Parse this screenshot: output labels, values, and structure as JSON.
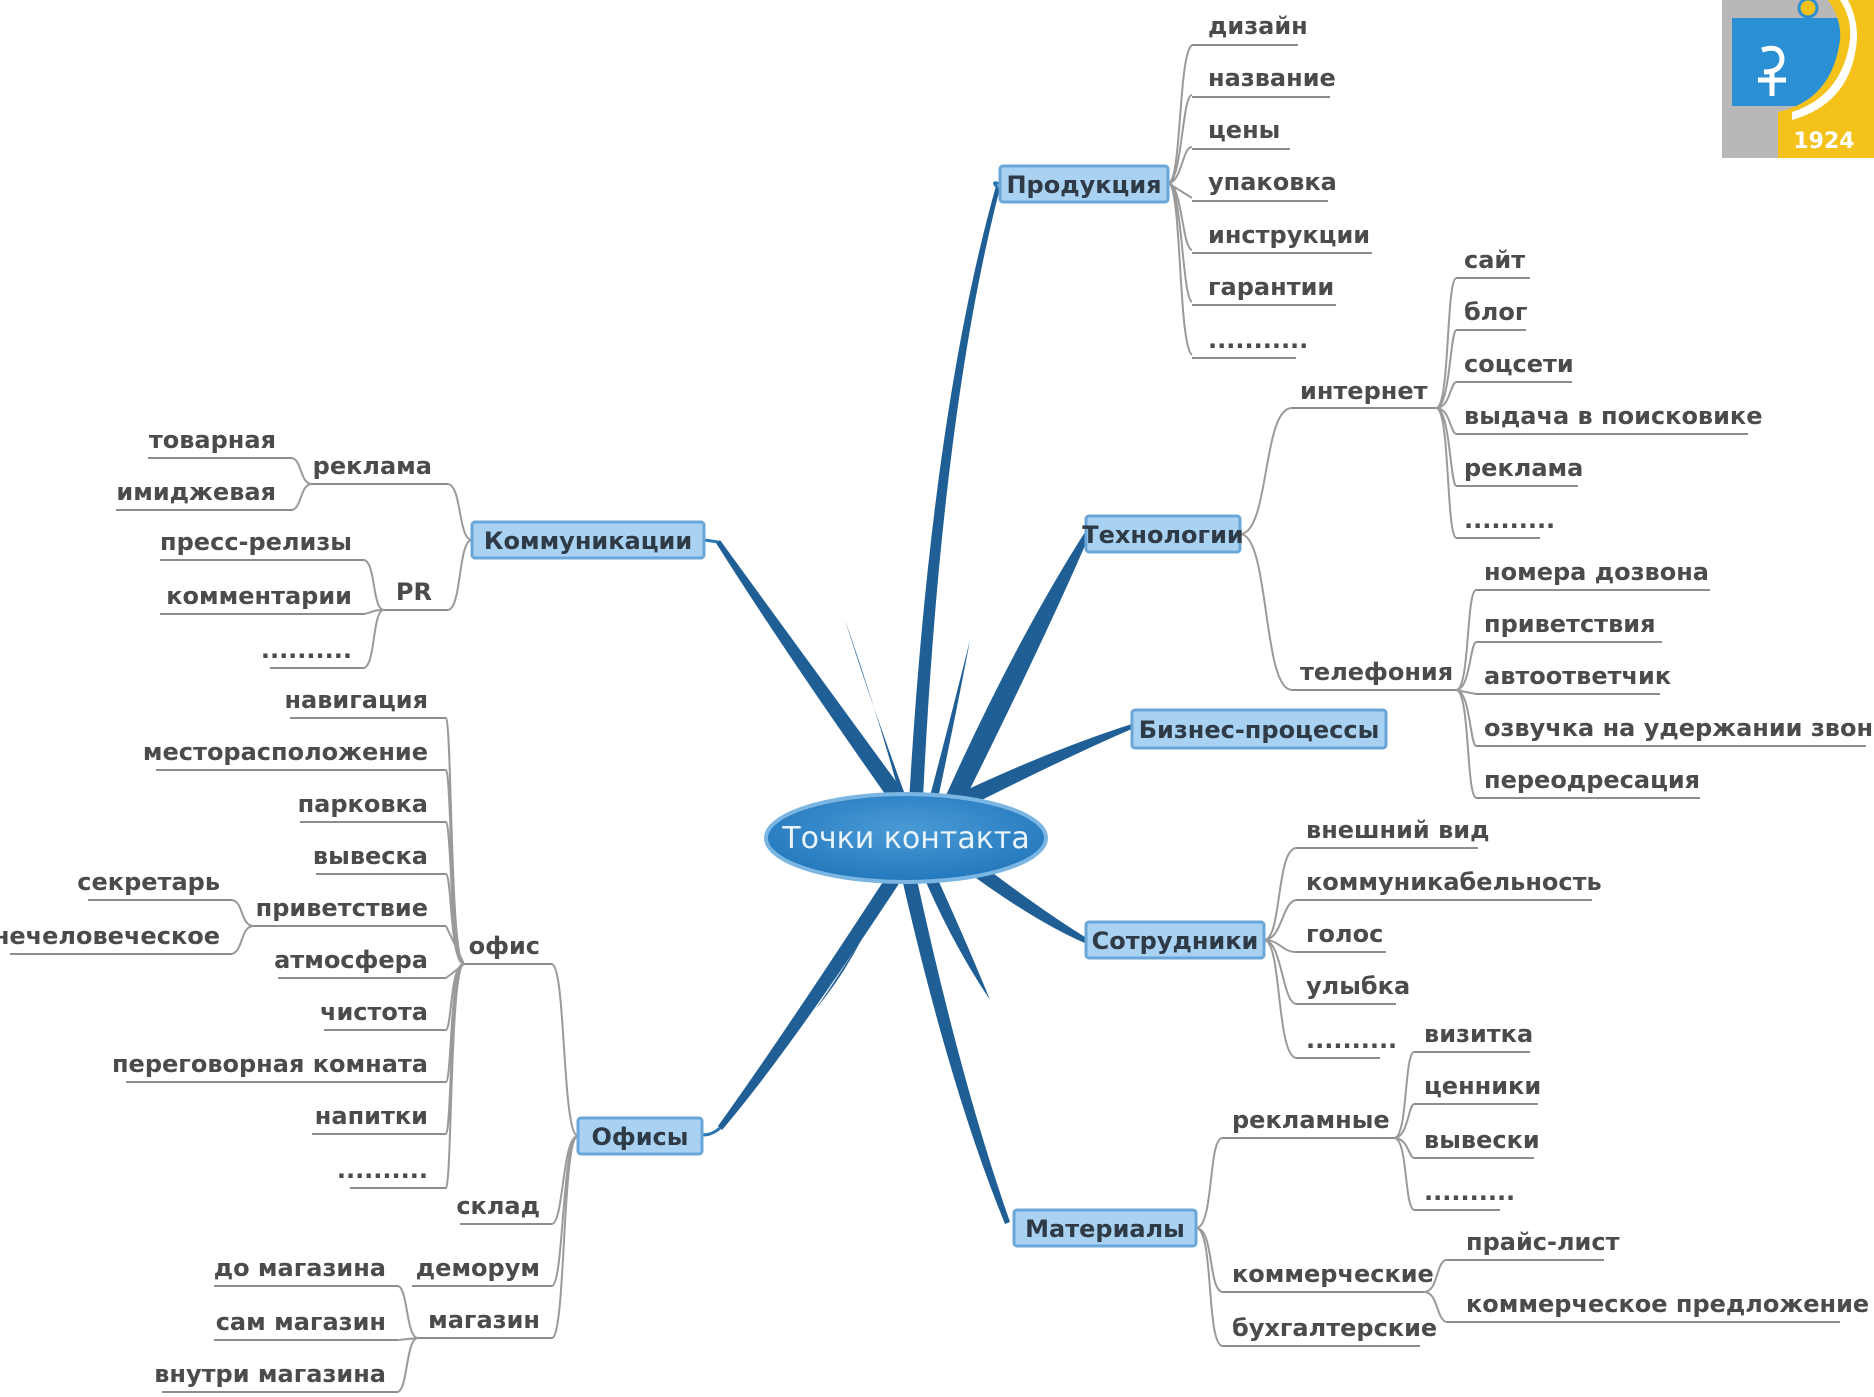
{
  "center": "Точки контакта",
  "logo": {
    "year": "1924",
    "icon": "medical-snake-bowl-icon"
  },
  "colors": {
    "center": "#2e86c9",
    "branch_box": "#a9d2f2",
    "box_border": "#6aa7d8",
    "spoke": "#1f5f96",
    "leaf_text": "#4b4b4b"
  },
  "branches": {
    "products": {
      "label": "Продукция",
      "items": [
        "дизайн",
        "название",
        "цены",
        "упаковка",
        "инструкции",
        "гарантии",
        "..........."
      ]
    },
    "technologies": {
      "label": "Технологии",
      "internet": {
        "label": "интернет",
        "items": [
          "сайт",
          "блог",
          "соцсети",
          "выдача в поисковике",
          "реклама",
          ".........."
        ]
      },
      "telephony": {
        "label": "телефония",
        "items": [
          "номера дозвона",
          "приветствия",
          "автоответчик",
          "озвучка на удержании звонка",
          "переодресация"
        ]
      }
    },
    "business": {
      "label": "Бизнес-процессы"
    },
    "staff": {
      "label": "Сотрудники",
      "items": [
        "внешний вид",
        "коммуникабельность",
        "голос",
        "улыбка",
        ".........."
      ]
    },
    "materials": {
      "label": "Материалы",
      "advertising": {
        "label": "рекламные",
        "items": [
          "визитка",
          "ценники",
          "вывески",
          ".........."
        ]
      },
      "commercial": {
        "label": "коммерческие",
        "items": [
          "прайс-лист",
          "коммерческое предложение"
        ]
      },
      "accounting": {
        "label": "бухгалтерские"
      }
    },
    "communications": {
      "label": "Коммуникации",
      "ads": {
        "label": "реклама",
        "items": [
          "товарная",
          "имиджевая"
        ]
      },
      "pr": {
        "label": "PR",
        "items": [
          "пресс-релизы",
          "комментарии",
          ".........."
        ]
      }
    },
    "offices": {
      "label": "Офисы",
      "office": {
        "label": "офис",
        "items": [
          "навигация",
          "месторасположение",
          "парковка",
          "вывеска",
          "приветствие",
          "атмосфера",
          "чистота",
          "переговорная комната",
          "напитки",
          ".........."
        ],
        "greeting_items": [
          "секретарь",
          "нечеловеческое"
        ]
      },
      "warehouse": {
        "label": "склад"
      },
      "showroom": {
        "label": "деморум"
      },
      "shop": {
        "label": "магазин",
        "items": [
          "до магазина",
          "сам магазин",
          "внутри магазина"
        ]
      }
    }
  }
}
